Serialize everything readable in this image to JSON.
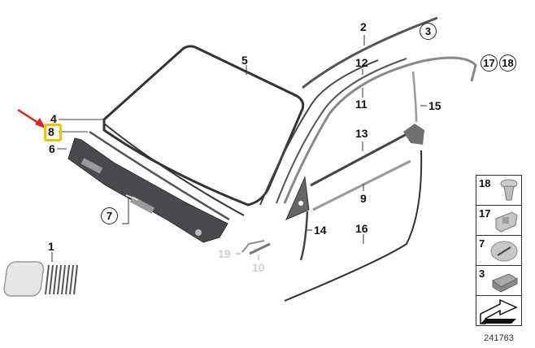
{
  "diagram": {
    "title": "Windshield trim / exterior trim exploded parts diagram",
    "highlighted_part": "8",
    "highlight_color": "#f2c400",
    "arrow_color": "#e02020",
    "document_id": "241763",
    "labels": {
      "p1": "1",
      "p2": "2",
      "p3": "3",
      "p4": "4",
      "p5": "5",
      "p6": "6",
      "p7": "7",
      "p8": "8",
      "p9": "9",
      "p10": "10",
      "p11": "11",
      "p12": "12",
      "p13": "13",
      "p14": "14",
      "p15": "15",
      "p16": "16",
      "p17": "17",
      "p18": "18",
      "p19": "19"
    },
    "legend": [
      {
        "num": "18",
        "icon": "push-rivet-icon"
      },
      {
        "num": "17",
        "icon": "clip-bracket-icon"
      },
      {
        "num": "7",
        "icon": "round-cap-icon"
      },
      {
        "num": "3",
        "icon": "clip-icon"
      },
      {
        "num": "",
        "icon": "arrow-direction-icon"
      }
    ]
  }
}
